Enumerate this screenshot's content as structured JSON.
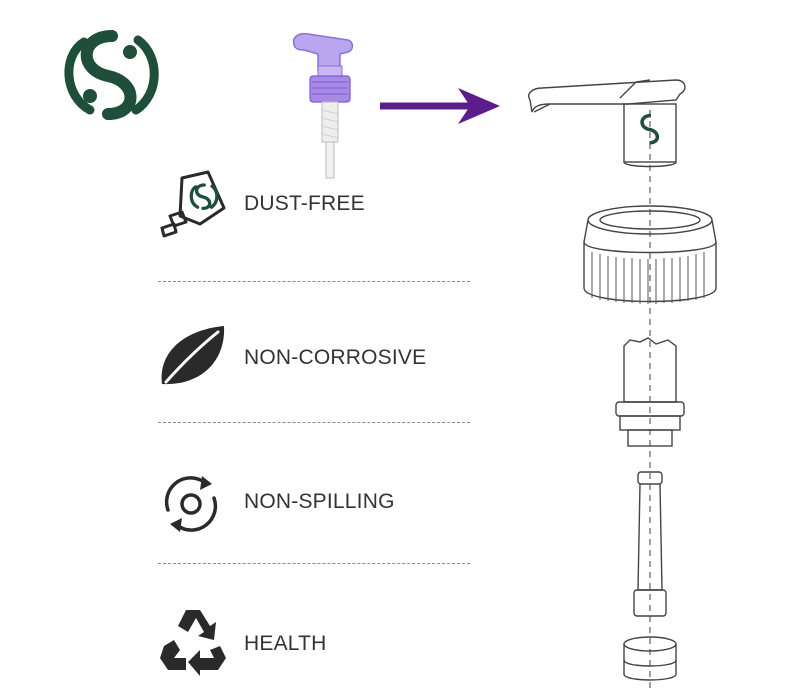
{
  "colors": {
    "brand_green": "#1f4f3a",
    "arrow_purple": "#5b1d8c",
    "pump_purple": "#9b7fe0",
    "icon_dark": "#2a2a2a",
    "line_gray": "#8a8a8a"
  },
  "brand": {
    "logo_icon": "brand-s-logo-icon"
  },
  "features": [
    {
      "label": "DUST-FREE",
      "icon": "pump-bottle-icon"
    },
    {
      "label": "NON-CORROSIVE",
      "icon": "leaf-icon"
    },
    {
      "label": "NON-SPILLING",
      "icon": "cycle-icon"
    },
    {
      "label": "HEALTH",
      "icon": "recycle-icon"
    }
  ]
}
